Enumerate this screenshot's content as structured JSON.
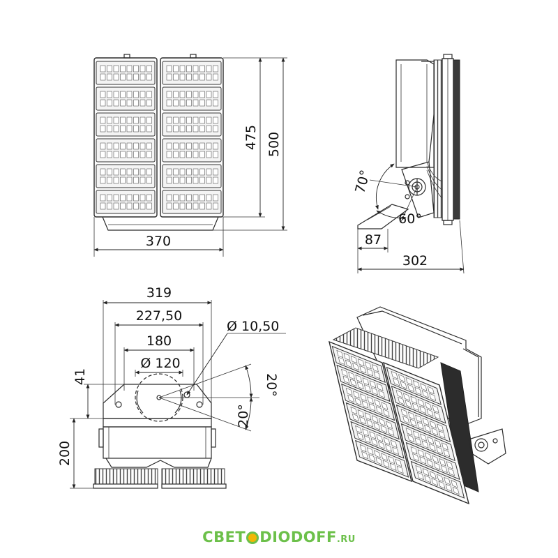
{
  "front_view": {
    "height_inner": "475",
    "height_total": "500",
    "width": "370"
  },
  "side_view": {
    "tilt_up": "70°",
    "tilt_down": "60°",
    "bracket_depth": "87",
    "total_depth": "302"
  },
  "bottom_view": {
    "overall_width": "319",
    "hole_spacing_outer": "227,50",
    "hole_spacing_inner": "180",
    "center_hole": "Ø 120",
    "hole_diameter": "Ø 10,50",
    "offset": "41",
    "height": "200",
    "angle_upper": "20°",
    "angle_lower": "20°"
  },
  "brand": {
    "part1": "СВЕТ",
    "part2": "DIODOFF",
    "suffix": ".RU"
  }
}
